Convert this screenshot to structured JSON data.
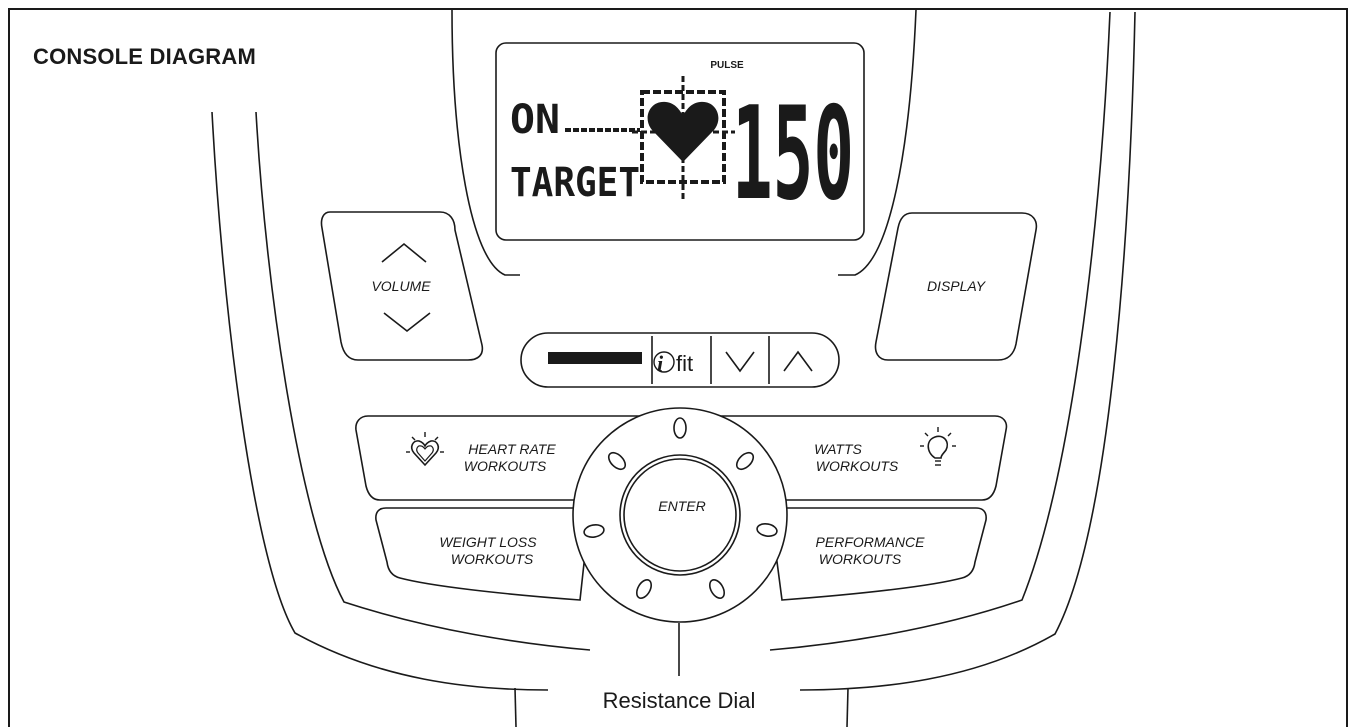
{
  "title": "CONSOLE DIAGRAM",
  "display": {
    "pulse_label": "PULSE",
    "line1": "ON",
    "line2": "TARGET",
    "value": "150"
  },
  "buttons": {
    "volume": "VOLUME",
    "display": "DISPLAY",
    "ifit": "fit",
    "heart_rate": [
      "HEART RATE",
      "WORKOUTS"
    ],
    "watts": [
      "WATTS",
      "WORKOUTS"
    ],
    "weight_loss": [
      "WEIGHT LOSS",
      "WORKOUTS"
    ],
    "performance": [
      "PERFORMANCE",
      "WORKOUTS"
    ],
    "enter": "ENTER"
  },
  "callouts": {
    "resistance_dial": "Resistance Dial"
  },
  "icons": [
    "chevron-up-icon",
    "chevron-down-icon",
    "heart-icon",
    "lightbulb-icon"
  ],
  "colors": {
    "ink": "#1a1a1a",
    "background": "#ffffff"
  }
}
